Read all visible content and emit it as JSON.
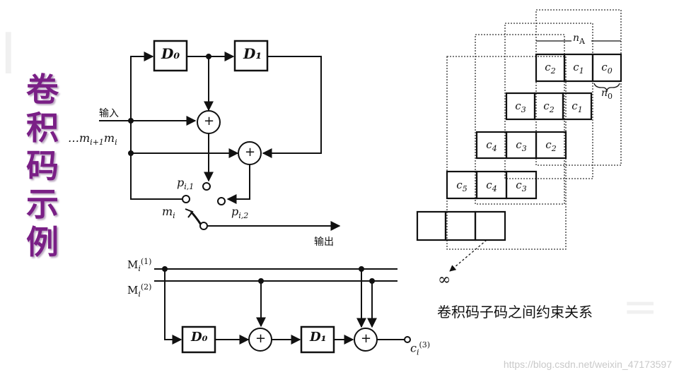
{
  "title_chars": [
    "卷",
    "积",
    "码",
    "示",
    "例"
  ],
  "encoder1": {
    "input_label": "输入",
    "output_label": "输出",
    "sequence_label": "…m",
    "seq_sub1": "i+1",
    "seq_m2": "m",
    "seq_sub2": "i",
    "d0": "D₀",
    "d1": "D₁",
    "plus": "+",
    "p1": "p",
    "p1_sub": "i,1",
    "p2": "p",
    "p2_sub": "i,2",
    "m": "m",
    "m_sub": "i"
  },
  "encoder2": {
    "M1": "M",
    "M1_sub": "i",
    "M1_sup": "(1)",
    "M2": "M",
    "M2_sub": "i",
    "M2_sup": "(2)",
    "d0": "D₀",
    "d1": "D₁",
    "plus": "+",
    "c": "c",
    "c_sub": "i",
    "c_sup": "(3)"
  },
  "matrix": {
    "nA": "n",
    "nA_sub": "A",
    "n0": "n",
    "n0_sub": "0",
    "infinity": "∞",
    "row1": [
      {
        "t": "c",
        "s": "2"
      },
      {
        "t": "c",
        "s": "1"
      },
      {
        "t": "c",
        "s": "0"
      }
    ],
    "row2": [
      {
        "t": "c",
        "s": "3"
      },
      {
        "t": "c",
        "s": "2"
      },
      {
        "t": "c",
        "s": "1"
      }
    ],
    "row3": [
      {
        "t": "c",
        "s": "4"
      },
      {
        "t": "c",
        "s": "3"
      },
      {
        "t": "c",
        "s": "2"
      }
    ],
    "row4": [
      {
        "t": "c",
        "s": "5"
      },
      {
        "t": "c",
        "s": "4"
      },
      {
        "t": "c",
        "s": "3"
      }
    ]
  },
  "caption": "卷积码子码之间约束关系",
  "watermark": "https://blog.csdn.net/weixin_47173597"
}
